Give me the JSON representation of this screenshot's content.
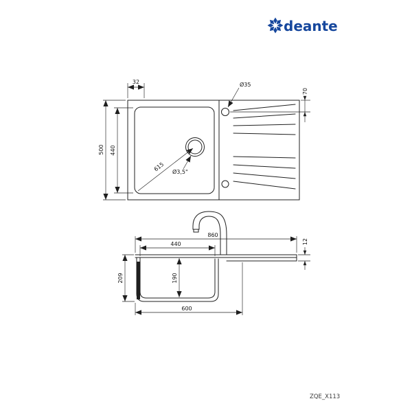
{
  "brand": {
    "name": "deante",
    "color": "#16479d"
  },
  "model_code": "ZQE_X113",
  "top_view": {
    "edge_offset": "32",
    "tap_hole_dia": "Ø35",
    "tap_hole_offset": "70",
    "overall_depth": "500",
    "bowl_length": "440",
    "drain_diagonal": "615",
    "drain_dia": "Ø3,5\""
  },
  "side_view": {
    "overall_width": "860",
    "bowl_width": "440",
    "overall_height": "209",
    "bowl_depth": "190",
    "min_cabinet": "600",
    "edge_height": "12"
  }
}
